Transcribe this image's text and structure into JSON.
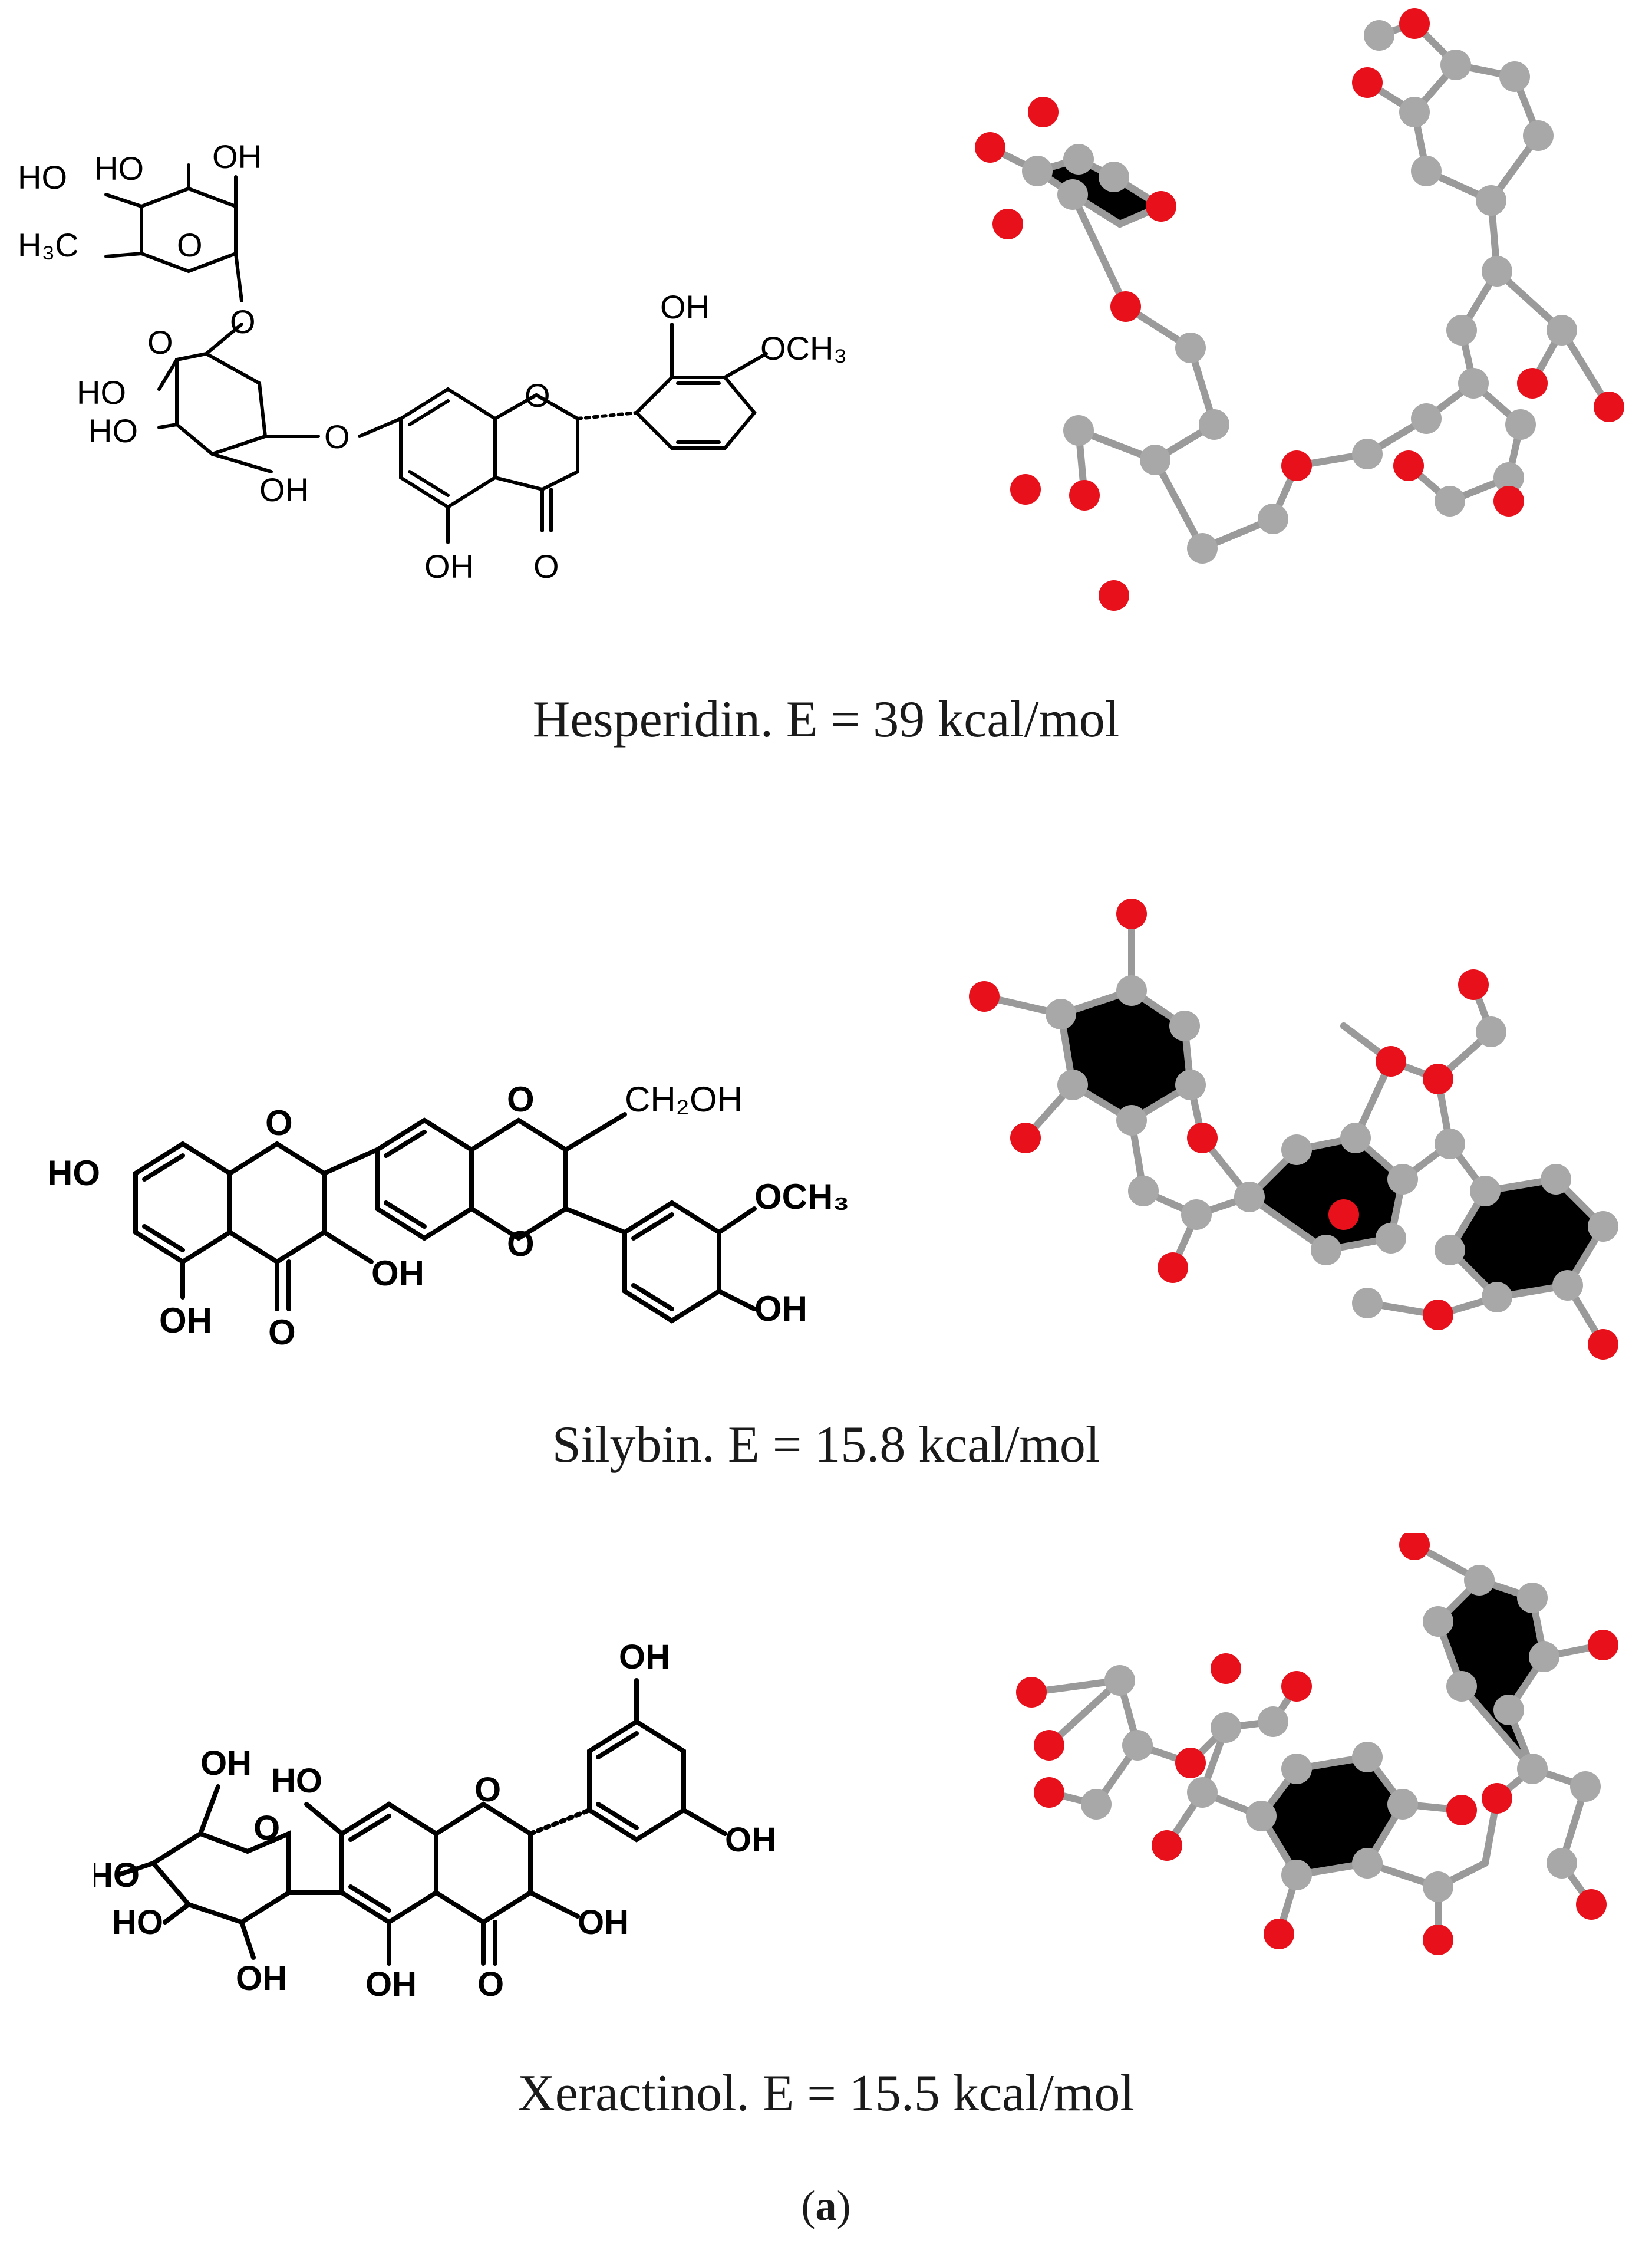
{
  "figure": {
    "panel_label": "a",
    "compounds": [
      {
        "name_caption": "Hesperidin. E = 39 kcal/mol",
        "labels": [
          "HO",
          "HO",
          "OH",
          "H₃C",
          "O",
          "O",
          "HO",
          "HO",
          "OH",
          "O",
          "OH",
          "OCH₃",
          "O",
          "OH",
          "O",
          "O"
        ]
      },
      {
        "name_caption": "Silybin. E = 15.8 kcal/mol",
        "labels": [
          "HO",
          "O",
          "O",
          "O",
          "CH₂OH",
          "OCH₃",
          "OH",
          "OH",
          "O",
          "OH"
        ]
      },
      {
        "name_caption": "Xeractinol. E = 15.5 kcal/mol",
        "labels": [
          "OH",
          "OH",
          "HO",
          "O",
          "OH",
          "HO",
          "HO",
          "O",
          "OH",
          "OH",
          "O",
          "OH"
        ]
      }
    ],
    "colors": {
      "oxygen_atom": "#e8101a",
      "carbon_atom": "#a8a8a8",
      "bond": "#9a9a9a",
      "structure_line": "#000000"
    }
  }
}
